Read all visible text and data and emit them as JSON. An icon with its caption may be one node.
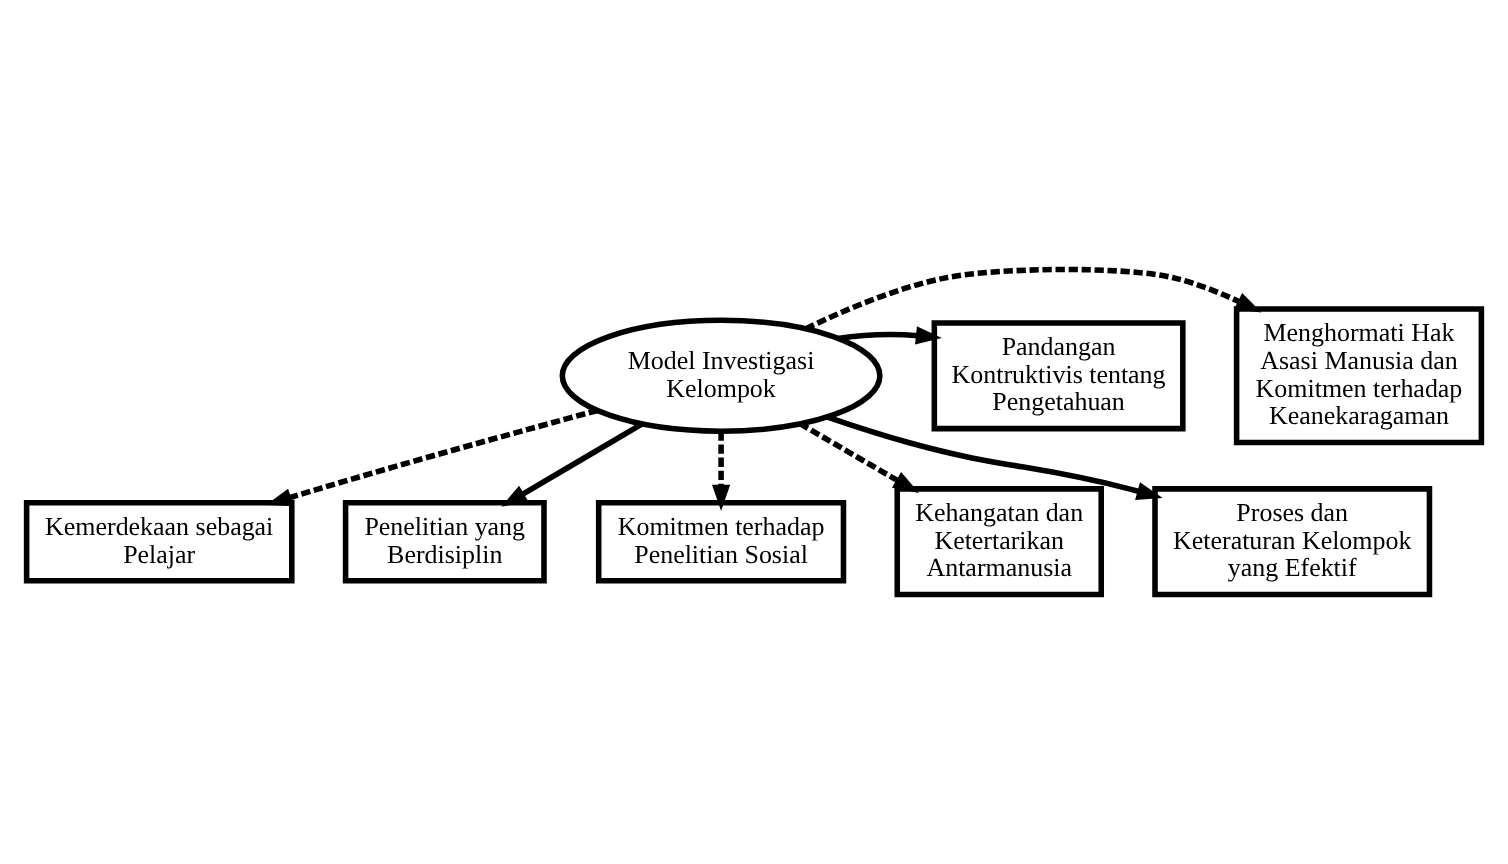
{
  "diagram": {
    "nodes": [
      {
        "text": [
          "Model Investigasi Kelompok"
        ]
      },
      {
        "text": [
          "Menghormati Hak Asasi Manusia dan Komitmen terhadap Keanekaragaman"
        ]
      },
      {
        "text": [
          "Pandangan Kontruktivis tentang Pengetahuan"
        ]
      },
      {
        "text": [
          "Kemerdekaan sebagai Pelajar"
        ]
      },
      {
        "text": [
          "Penelitian yang Berdisiplin"
        ]
      },
      {
        "text": [
          "Komitmen terhadap Penelitian Sosial"
        ]
      },
      {
        "text": [
          "Kehangatan dan Ketertarikan Antarmanusia"
        ]
      },
      {
        "text": [
          "Proses dan Keteraturan Kelompok yang Efektif"
        ]
      }
    ],
    "edges": [
      {
        "from": 0,
        "to": 1,
        "arrow": "to",
        "style": "dashed"
      },
      {
        "from": 0,
        "to": 2,
        "arrow": "to"
      },
      {
        "from": 0,
        "to": 3,
        "arrow": "to",
        "style": "dashed"
      },
      {
        "from": 0,
        "to": 4,
        "arrow": "to"
      },
      {
        "from": 0,
        "to": 5,
        "arrow": "to",
        "style": "dashed"
      },
      {
        "from": 0,
        "to": 6,
        "arrow": "to",
        "style": "dashed"
      },
      {
        "from": 0,
        "to": 7,
        "arrow": "to"
      }
    ]
  }
}
